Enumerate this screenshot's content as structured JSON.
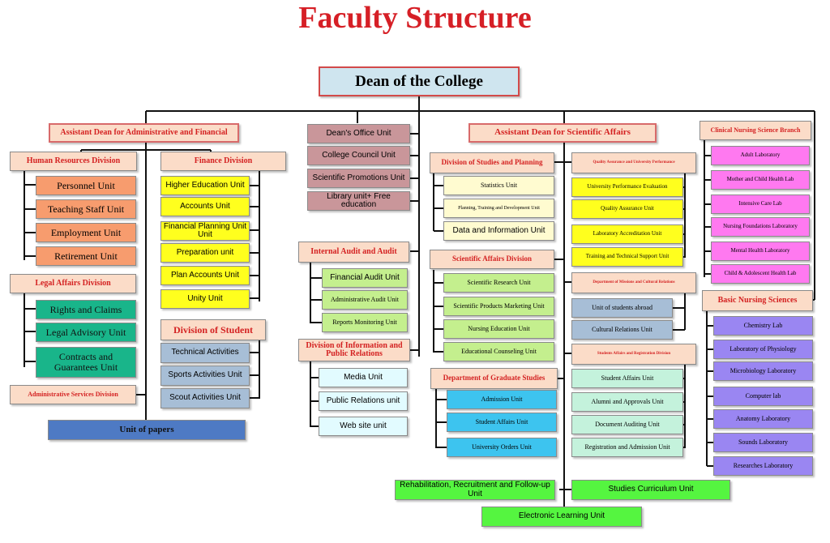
{
  "title": "Faculty Structure",
  "dean": "Dean of the College",
  "admin": {
    "head": "Assistant Dean for Administrative and Financial",
    "hr": {
      "title": "Human Resources Division",
      "units": [
        "Personnel Unit",
        "Teaching Staff Unit",
        "Employment Unit",
        "Retirement Unit"
      ]
    },
    "legal": {
      "title": "Legal Affairs Division",
      "units": [
        "Rights and Claims",
        "Legal Advisory Unit",
        "Contracts and Guarantees Unit"
      ]
    },
    "services": "Administrative Services Division",
    "papers": "Unit of papers",
    "finance": {
      "title": "Finance Division",
      "units": [
        "Higher Education Unit",
        "Accounts Unit",
        "Financial Planning Unit Unit",
        "Preparation unit",
        "Plan Accounts Unit",
        "Unity Unit"
      ]
    },
    "student": {
      "title": "Division of Student",
      "units": [
        "Technical Activities",
        "Sports Activities Unit",
        "Scout Activities Unit"
      ]
    }
  },
  "center": {
    "direct": [
      "Dean's Office Unit",
      "College Council Unit",
      "Scientific Promotions Unit",
      "Library unit+ Free education"
    ],
    "audit": {
      "title": "Internal Audit and Audit",
      "units": [
        "Financial Audit Unit",
        "Administrative Audit Unit",
        "Reports Monitoring Unit"
      ]
    },
    "info": {
      "title": "Division of Information and Public Relations",
      "units": [
        "Media Unit",
        "Public Relations unit",
        "Web site unit"
      ]
    }
  },
  "sci": {
    "head": "Assistant Dean for Scientific Affairs",
    "studies": {
      "title": "Division of Studies and Planning",
      "units": [
        "Statistics Unit",
        "Planning, Training and Development Unit",
        "Data and Information Unit"
      ]
    },
    "affairs": {
      "title": "Scientific Affairs Division",
      "units": [
        "Scientific Research Unit",
        "Scientific Products Marketing Unit",
        "Nursing Education Unit",
        "Educational Counseling Unit"
      ]
    },
    "grad": {
      "title": "Department of Graduate Studies",
      "units": [
        "Admission Unit",
        "Student Affairs Unit",
        "University Orders Unit"
      ]
    },
    "quality": {
      "title": "Quality Assurance and University Performance",
      "units": [
        "University Performance Evaluation",
        "Quality Assurance Unit",
        "Laboratory Accreditation Unit",
        "Training and Technical Support Unit"
      ]
    },
    "missions": {
      "title": "Department of Missions and Cultural Relations",
      "units": [
        "Unit of students abroad",
        "Cultural Relations Unit"
      ]
    },
    "reg": {
      "title": "Students Affairs and Registration Division",
      "units": [
        "Student Affairs Unit",
        "Alumni and Approvals Unit",
        "Document Auditing Unit",
        "Registration and Admission Unit"
      ]
    },
    "bottom": [
      "Rehabilitation, Recruitment and Follow-up Unit",
      "Studies Curriculum Unit",
      "Electronic Learning Unit"
    ]
  },
  "clinical": {
    "title": "Clinical Nursing Science Branch",
    "units": [
      "Adult Laboratory",
      "Mother and Child Health Lab",
      "Intensive Care Lab",
      "Nursing Foundations Laboratory",
      "Mental Health Laboratory",
      "Child & Adolescent Health Lab"
    ]
  },
  "basic": {
    "title": "Basic Nursing Sciences",
    "units": [
      "Chemistry Lab",
      "Laboratory of Physiology",
      "Microbiology Laboratory",
      "Computer lab",
      "Anatomy Laboratory",
      "Sounds Laboratory",
      "Researches Laboratory"
    ]
  },
  "colors": {
    "title": "#d61f26",
    "header_text": "#d42222",
    "dean_fill": "#cfe5ef",
    "header_fill": "#fbdcc8",
    "orange": "#f79c6e",
    "green": "#19b58a",
    "yellow": "#ffff1e",
    "steel": "#a7bed6",
    "rose": "#c9969a",
    "light_green": "#c4ef8e",
    "cream": "#fffbd0",
    "cyan": "#3dc4ef",
    "lime": "#c0ea35",
    "mint": "#c4f2dc",
    "magenta": "#ff79f0",
    "violet": "#9a86f2",
    "navy": "#4e7ac4",
    "ice": "#e2fbff",
    "bright_green": "#55f540"
  }
}
